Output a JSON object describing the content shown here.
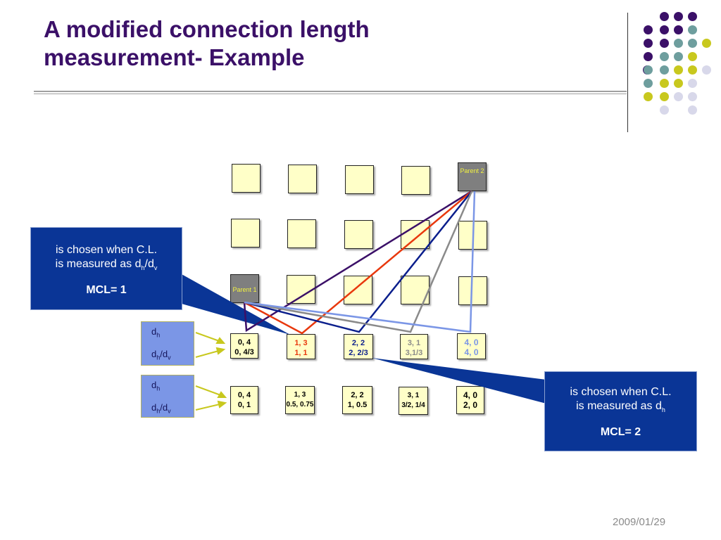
{
  "slide": {
    "title_line1": "A modified connection length",
    "title_line2": "measurement- Example",
    "date": "2009/01/29"
  },
  "grid": {
    "parent1_label": "Parent 1",
    "parent2_label": "Parent 2"
  },
  "rows": {
    "row1": [
      {
        "a": "0, 4",
        "b": "0, 4/3",
        "color": "#3b1068"
      },
      {
        "a": "1, 3",
        "b": "1, 1",
        "color": "#e8380d"
      },
      {
        "a": "2, 2",
        "b": "2, 2/3",
        "color": "#0a1e8c"
      },
      {
        "a": "3, 1",
        "b": "3,1/3",
        "color": "#8a8a8a"
      },
      {
        "a": "4, 0",
        "b": "4, 0",
        "color": "#7b96e6"
      }
    ],
    "row2": [
      {
        "a": "0, 4",
        "b": "0, 1"
      },
      {
        "a": "1, 3",
        "b": "0.5, 0.75"
      },
      {
        "a": "2, 2",
        "b": "1, 0.5"
      },
      {
        "a": "3, 1",
        "b": "3/2, 1/4"
      },
      {
        "a": "4, 0",
        "b": "2, 0"
      }
    ]
  },
  "legend": {
    "d": "d",
    "h": "h",
    "v": "v",
    "slash": "/"
  },
  "callout_left": {
    "line1": "is chosen when C.L.",
    "line2_prefix": "is measured as d",
    "sub_h": "h",
    "slash": "/d",
    "sub_v": "v",
    "mcl": "MCL= 1"
  },
  "callout_right": {
    "line1": "is chosen when C.L.",
    "line2_prefix": "is measured as d",
    "sub_h": "h",
    "mcl": "MCL= 2"
  },
  "colors": {
    "title": "#3b1068",
    "purple_dot": "#3b1068",
    "teal_dot": "#6e9e9e",
    "yellow_dot": "#c8c81e",
    "lavender_dot": "#d8d8ea",
    "callout_bg": "#0a3596",
    "legend_bg": "#7b96e6"
  }
}
